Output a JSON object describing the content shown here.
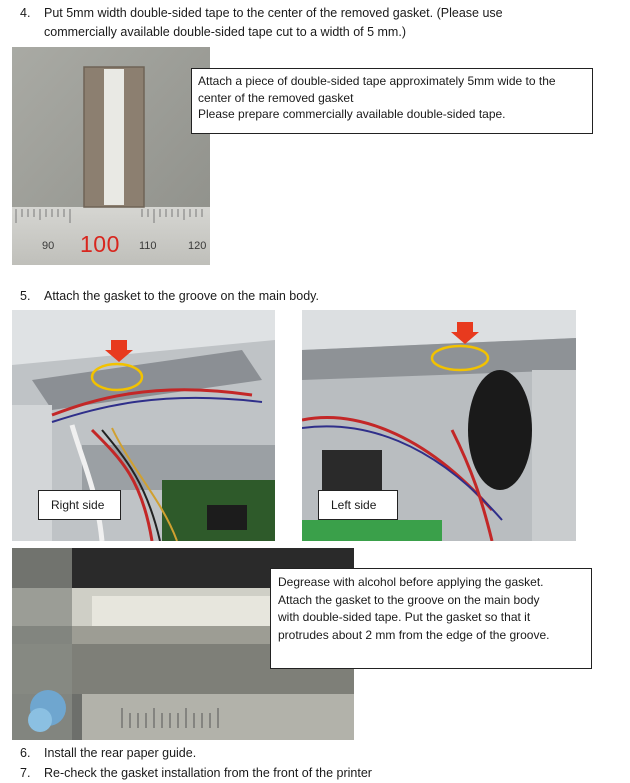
{
  "steps": [
    {
      "number": "4.",
      "text_line1": "Put 5mm width double-sided tape to the center of the removed gasket. (Please use",
      "text_line2": "commercially available double-sided tape cut to a width of 5 mm.)"
    },
    {
      "number": "5.",
      "text": "Attach the gasket to the groove on the main body."
    },
    {
      "number": "6.",
      "text": "Install the rear paper guide."
    },
    {
      "number": "7.",
      "text": "Re-check the gasket installation from the front of the printer"
    }
  ],
  "callouts": {
    "tape": "Attach a piece of double-sided tape approximately 5mm wide to the\ncenter of the removed gasket\nPlease prepare commercially available double-sided tape.",
    "degrease": "Degrease with alcohol before applying the gasket.\nAttach the gasket to the groove on the main body\nwith double-sided tape. Put the gasket so that it\nprotrudes about 2 mm from the edge of the groove."
  },
  "photo_labels": {
    "right": "Right side",
    "left": "Left side"
  },
  "ruler_labels": [
    "90",
    "100",
    "110",
    "120"
  ],
  "colors": {
    "marker_red": "#e83a1e",
    "marker_ring": "#f2c200",
    "ruler_red": "#d8261e"
  }
}
